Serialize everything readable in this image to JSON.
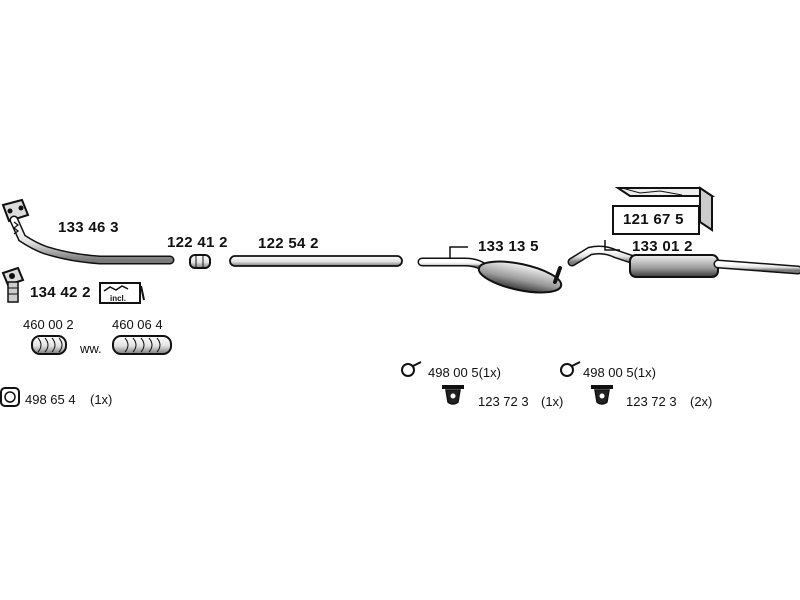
{
  "parts": {
    "front_pipe": "133 46 3",
    "gasket_bolt": "134 42 2",
    "incl_tag": "incl.",
    "flex_a": "460 00 2",
    "flex_b": "460 06 4",
    "ww": "ww.",
    "ring": "498 65 4",
    "ring_qty": "(1x)",
    "connector": "122 41 2",
    "mid_pipe": "122 54 2",
    "center_muffler": "133 13 5",
    "rear_muffler": "133 01 2",
    "mount_kit": "121 67 5",
    "clamp_a": "498 00 5(1x)",
    "hanger_a": "123 72 3",
    "hanger_a_qty": "(1x)",
    "clamp_b": "498 00 5(1x)",
    "hanger_b": "123 72 3",
    "hanger_b_qty": "(2x)"
  },
  "colors": {
    "ink": "#111111",
    "shade": "#8a8a8a",
    "light": "#d6d6d6"
  }
}
